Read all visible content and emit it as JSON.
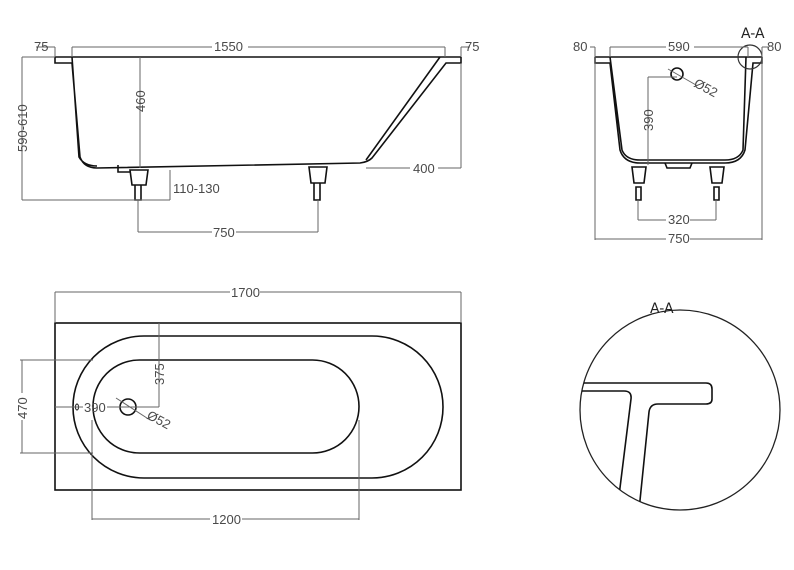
{
  "side_view": {
    "dim_left_rim": "75",
    "dim_length": "1550",
    "dim_right_rim": "75",
    "dim_height": "590-610",
    "dim_depth": "460",
    "dim_leg_adjust": "110-130",
    "dim_slope": "400",
    "dim_leg_spacing": "750"
  },
  "end_view": {
    "section_label": "A-A",
    "dim_left_rim": "80",
    "dim_inner_width": "590",
    "dim_right_rim": "80",
    "dim_drain_height": "390",
    "dim_drain_diameter": "Ø52",
    "dim_leg_spacing": "320",
    "dim_total_width": "750"
  },
  "top_view": {
    "dim_length": "1700",
    "dim_width": "470",
    "dim_drain_offset": "390",
    "dim_drain_to_edge": "375",
    "dim_drain_diameter": "Ø52",
    "dim_bottom_length": "1200"
  },
  "section_detail": {
    "label": "A-A"
  }
}
